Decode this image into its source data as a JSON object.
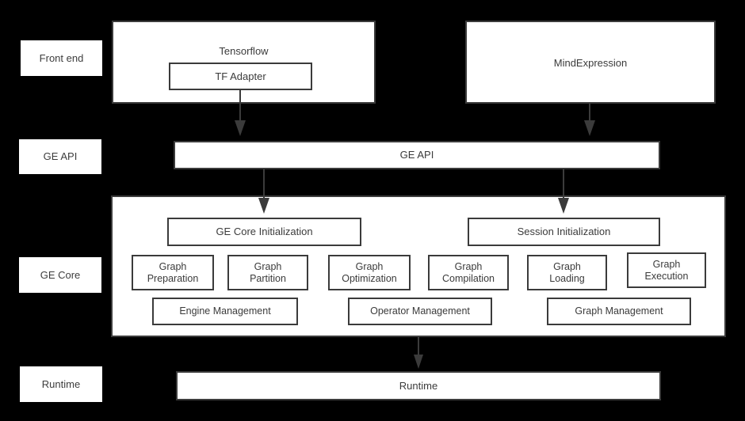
{
  "diagram": {
    "background_color": "#000000",
    "box_fill_color": "#ffffff",
    "stroke_color": "#3b3b3b",
    "text_color": "#3d3d3d"
  },
  "stage_labels": [
    {
      "id": "front-end",
      "text": "Front end"
    },
    {
      "id": "ge-api",
      "text": "GE API"
    },
    {
      "id": "ge-core",
      "text": "GE Core"
    },
    {
      "id": "runtime",
      "text": "Runtime"
    }
  ],
  "frontend": {
    "tensorflow": {
      "title": "Tensorflow",
      "adapter": "TF Adapter"
    },
    "mindexpression": {
      "title": "MindExpression"
    }
  },
  "ge_api_bar": {
    "label": "GE API"
  },
  "ge_core": {
    "initializations": [
      {
        "id": "ge-core-initialization",
        "label": "GE Core Initialization"
      },
      {
        "id": "session-initialization",
        "label": "Session Initialization"
      }
    ],
    "modules": [
      {
        "id": "graph-preparation",
        "label": "Graph\nPreparation"
      },
      {
        "id": "graph-partition",
        "label": "Graph\nPartition"
      },
      {
        "id": "graph-optimization",
        "label": "Graph\nOptimization"
      },
      {
        "id": "graph-compilation",
        "label": "Graph\nCompilation"
      },
      {
        "id": "graph-loading",
        "label": "Graph\nLoading"
      },
      {
        "id": "graph-execution",
        "label": "Graph\nExecution"
      }
    ],
    "management": [
      {
        "id": "engine-management",
        "label": "Engine Management"
      },
      {
        "id": "operator-management",
        "label": "Operator Management"
      },
      {
        "id": "graph-management",
        "label": "Graph Management"
      }
    ]
  },
  "runtime_bar": {
    "label": "Runtime"
  }
}
